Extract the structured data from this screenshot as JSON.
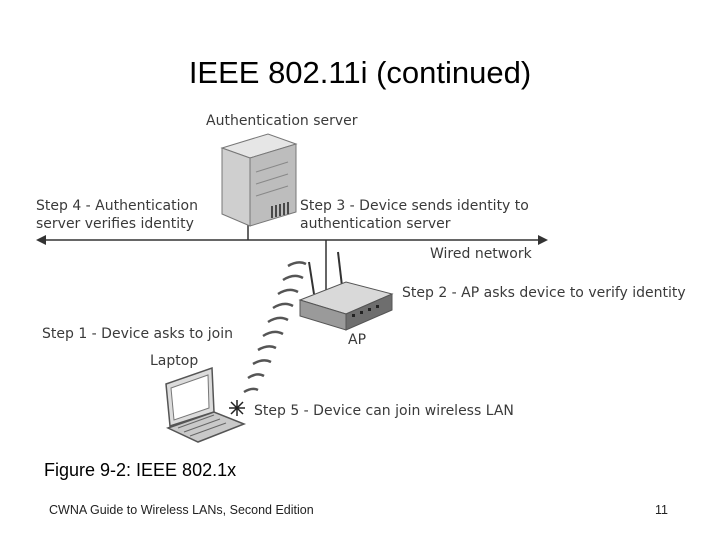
{
  "slide": {
    "title": "IEEE 802.11i (continued)",
    "caption": "Figure 9-2: IEEE 802.1x",
    "footer": "CWNA Guide to Wireless LANs, Second Edition",
    "page_number": "11"
  },
  "diagram": {
    "nodes": {
      "auth_server": "Authentication server",
      "ap": "AP",
      "laptop": "Laptop",
      "wired_network": "Wired network"
    },
    "steps": {
      "step1": "Step 1 - Device asks to join",
      "step2": "Step 2 - AP asks device to verify identity",
      "step3_line1": "Step 3 - Device sends identity to",
      "step3_line2": "authentication server",
      "step4_line1": "Step 4 - Authentication",
      "step4_line2": "server verifies identity",
      "step5": "Step 5 - Device can join wireless LAN"
    },
    "icons": [
      "server-icon",
      "access-point-icon",
      "laptop-icon",
      "wireless-signal-icon"
    ]
  }
}
